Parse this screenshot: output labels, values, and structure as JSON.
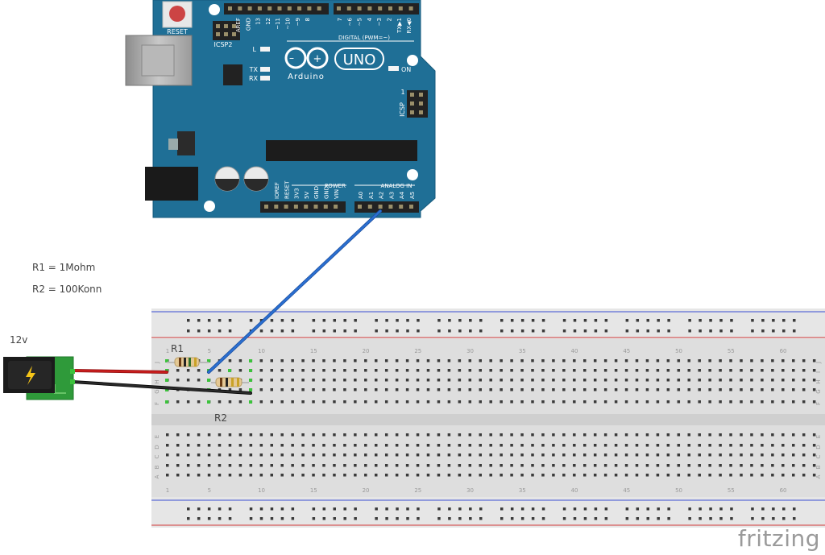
{
  "notes": {
    "r1_value": "R1 = 1Mohm",
    "r2_value": "R2 = 100Konn",
    "supply_voltage": "12v"
  },
  "arduino": {
    "reset_label": "RESET",
    "icsp2_label": "ICSP2",
    "icsp_label": "ICSP",
    "icsp_pin1": "1",
    "l_label": "L",
    "tx_label": "TX",
    "rx_label": "RX",
    "on_label": "ON",
    "logo_text": "Arduino",
    "model": "UNO",
    "digital_header": "DIGITAL (PWM=~)",
    "power_header": "POWER",
    "analog_header": "ANALOG IN",
    "top_pins_left": [
      "AREF",
      "GND",
      "13",
      "12",
      "~11",
      "~10",
      "~9",
      "8"
    ],
    "top_pins_right": [
      "7",
      "~6",
      "~5",
      "4",
      "~3",
      "2",
      "TX▶1",
      "RX◀0"
    ],
    "power_pins": [
      "IOREF",
      "RESET",
      "3V3",
      "5V",
      "GND",
      "GND",
      "VIN"
    ],
    "analog_pins": [
      "A0",
      "A1",
      "A2",
      "A3",
      "A4",
      "A5"
    ]
  },
  "breadboard": {
    "column_numbers": [
      "1",
      "5",
      "10",
      "15",
      "20",
      "25",
      "30",
      "35",
      "40",
      "45",
      "50",
      "55",
      "60"
    ],
    "rows_top": [
      "J",
      "I",
      "H",
      "G",
      "F"
    ],
    "rows_bottom": [
      "E",
      "D",
      "C",
      "B",
      "A"
    ]
  },
  "components": {
    "r1_label": "R1",
    "r2_label": "R2"
  },
  "branding": {
    "app_name": "fritzing"
  },
  "colors": {
    "board_blue": "#1f6f96",
    "wire_blue": "#2a6fd1",
    "wire_red": "#c81d1d",
    "wire_black": "#2a2a2a",
    "jack_green": "#2f9a3a",
    "rail_red": "#d23a3a",
    "rail_blue": "#3a4fd2"
  }
}
